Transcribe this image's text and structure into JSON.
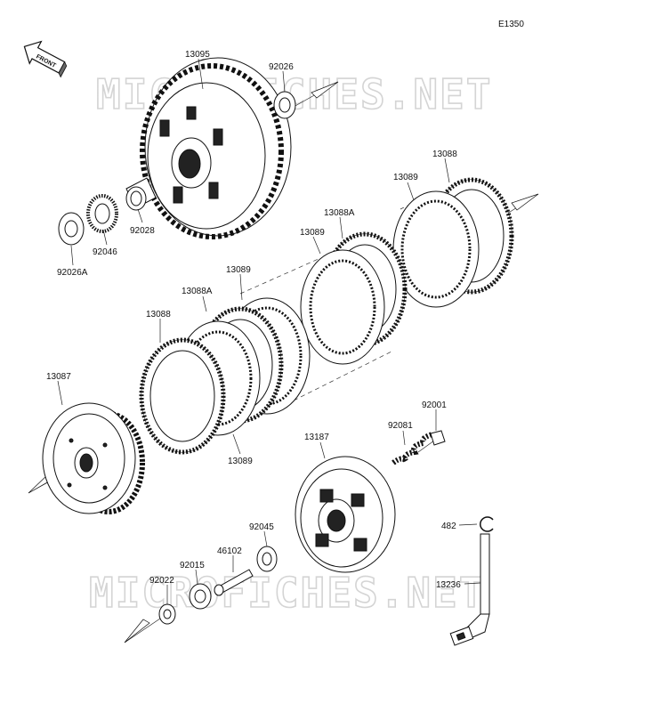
{
  "diagram_code": "E1350",
  "front_label": "FRONT",
  "watermark": "MICROFICHES.NET",
  "parts": {
    "p13095": "13095",
    "p92026": "92026",
    "p92028": "92028",
    "p92046": "92046",
    "p92026A": "92026A",
    "p13088_top": "13088",
    "p13089_top": "13089",
    "p13088A_mid": "13088A",
    "p13089_mid": "13089",
    "p13089_left": "13089",
    "p13088A_left": "13088A",
    "p13088_left": "13088",
    "p13087": "13087",
    "p13089_bottom": "13089",
    "p92001": "92001",
    "p92081": "92081",
    "p13187": "13187",
    "p92045": "92045",
    "p46102": "46102",
    "p92015": "92015",
    "p92022": "92022",
    "p482": "482",
    "p13236": "13236"
  }
}
